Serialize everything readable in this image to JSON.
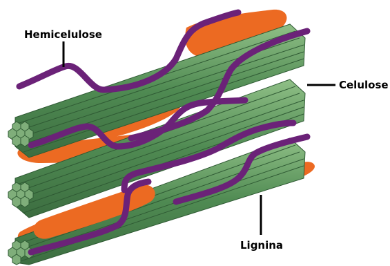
{
  "labels": {
    "hemicellulose": "Hemicelulose",
    "cellulose": "Celulose",
    "lignin": "Lignina"
  },
  "colors": {
    "background": "#ffffff",
    "cellulose_fill": "#4f8a52",
    "cellulose_dark": "#2f5a34",
    "cellulose_light": "#7fae7a",
    "lignin": "#ec6a22",
    "hemicellulose": "#6b2278",
    "text": "#000000"
  }
}
